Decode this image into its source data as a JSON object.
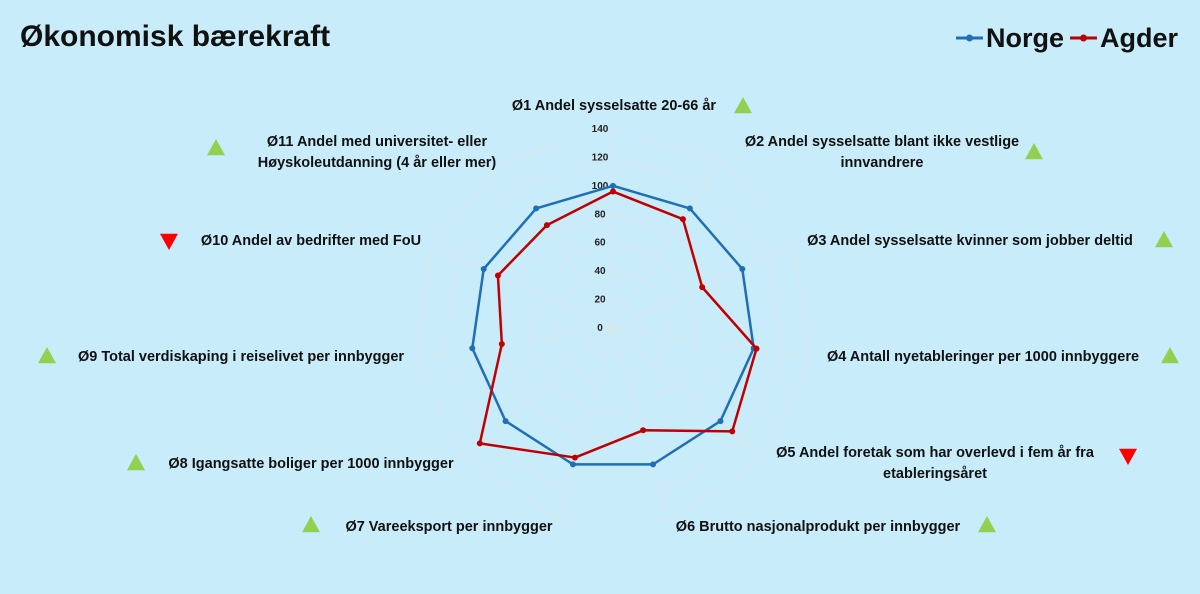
{
  "chart_data": {
    "type": "radar",
    "title": "Økonomisk bærekraft",
    "rlim": [
      0,
      140
    ],
    "ticks": [
      0,
      20,
      40,
      60,
      80,
      100,
      120,
      140
    ],
    "grid": true,
    "legend_position": "top-right",
    "categories": [
      {
        "lines": [
          "Ø1 Andel sysselsatte 20-66 år"
        ],
        "trend": "up"
      },
      {
        "lines": [
          "Ø2 Andel sysselsatte blant ikke vestlige",
          "innvandrere"
        ],
        "trend": "up"
      },
      {
        "lines": [
          "Ø3 Andel sysselsatte kvinner som jobber deltid"
        ],
        "trend": "up"
      },
      {
        "lines": [
          "Ø4 Antall nyetableringer per 1000 innbyggere"
        ],
        "trend": "up"
      },
      {
        "lines": [
          "Ø5 Andel foretak som har overlevd i fem år fra",
          "etableringsåret"
        ],
        "trend": "down"
      },
      {
        "lines": [
          "Ø6 Brutto nasjonalprodukt per innbygger"
        ],
        "trend": "up"
      },
      {
        "lines": [
          "Ø7 Vareeksport per innbygger"
        ],
        "trend": "up"
      },
      {
        "lines": [
          "Ø8 Igangsatte boliger per 1000 innbygger"
        ],
        "trend": "up"
      },
      {
        "lines": [
          "Ø9 Total verdiskaping i reiselivet per innbygger"
        ],
        "trend": "up"
      },
      {
        "lines": [
          "Ø10 Andel av bedrifter med FoU"
        ],
        "trend": "down"
      },
      {
        "lines": [
          "Ø11 Andel med universitet- eller",
          "Høyskoleutdanning (4 år eller mer)"
        ],
        "trend": "up"
      }
    ],
    "series": [
      {
        "name": "Norge",
        "color": "#1f6fb4",
        "values": [
          100,
          100,
          100,
          100,
          100,
          100,
          100,
          100,
          100,
          100,
          100
        ]
      },
      {
        "name": "Agder",
        "color": "#c00000",
        "values": [
          96,
          91,
          69,
          102,
          111,
          75,
          95,
          124,
          79,
          89,
          86
        ]
      }
    ],
    "trend_colors": {
      "up": "#92d050",
      "down": "#ff0000"
    }
  }
}
